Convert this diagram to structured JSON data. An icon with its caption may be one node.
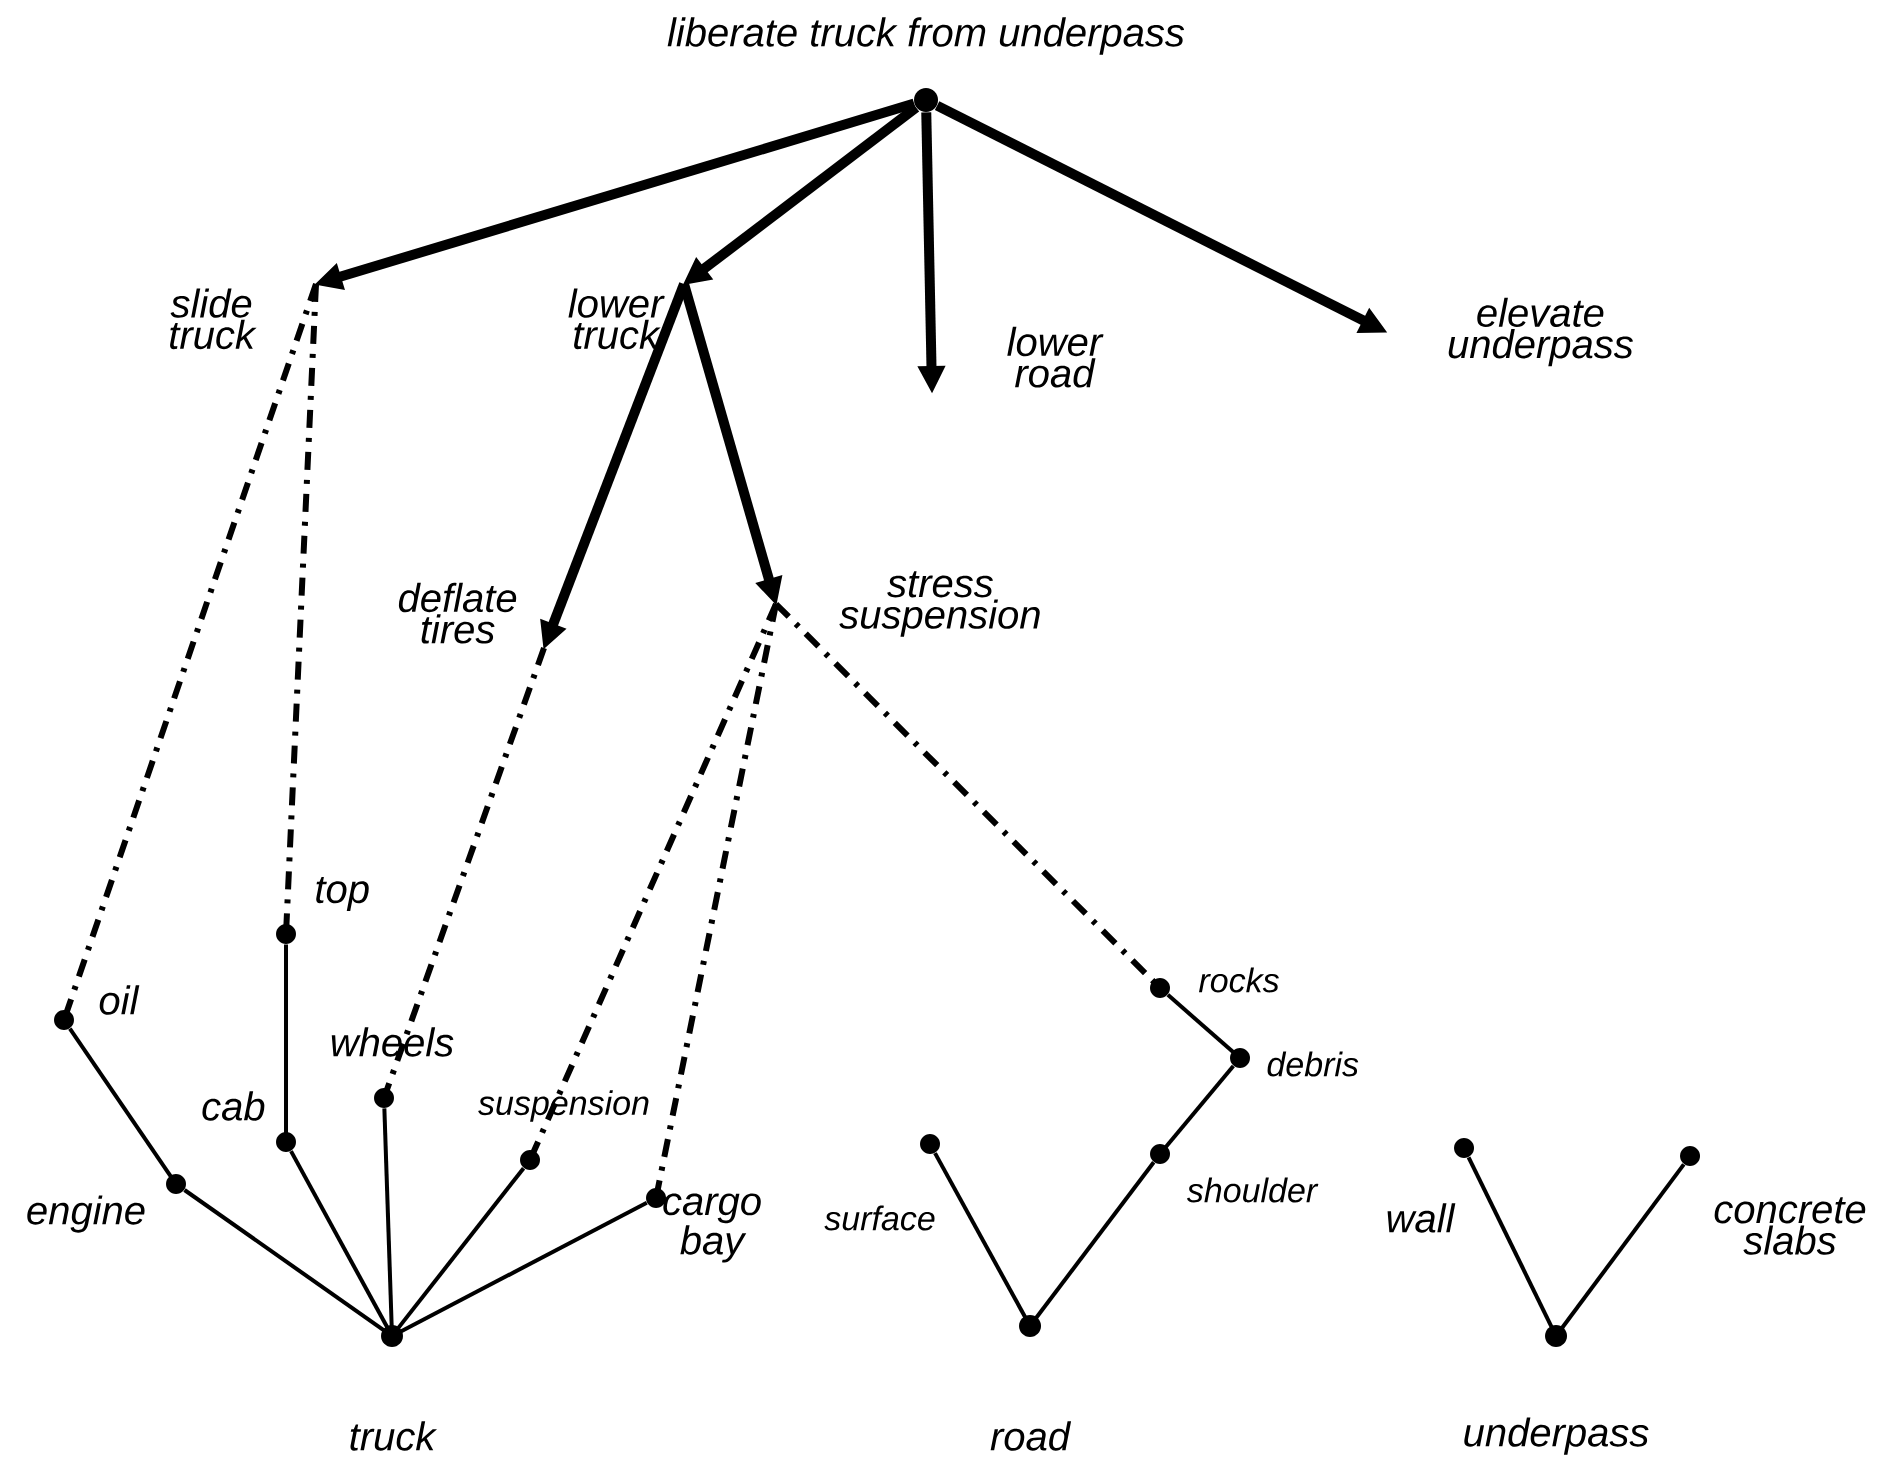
{
  "diagram": {
    "nodes": [
      {
        "text": [],
        "shape": "circle",
        "beside": [
          "liberate truck from underpass"
        ]
      },
      {
        "text": [
          "slide truck"
        ]
      },
      {
        "text": [
          "lower truck"
        ]
      },
      {
        "text": [
          "lower road"
        ]
      },
      {
        "text": [
          "elevate underpass"
        ]
      },
      {
        "text": [
          "deflate tires"
        ]
      },
      {
        "text": [
          "stress suspension"
        ]
      },
      {
        "text": [],
        "shape": "circle",
        "beside": [
          "oil"
        ]
      },
      {
        "text": [],
        "shape": "circle",
        "beside": [
          "top"
        ]
      },
      {
        "text": [],
        "shape": "circle",
        "beside": [
          "cab"
        ]
      },
      {
        "text": [],
        "shape": "circle",
        "beside": [
          "wheels"
        ]
      },
      {
        "text": [],
        "shape": "circle",
        "beside": [
          "engine"
        ]
      },
      {
        "text": [],
        "shape": "circle",
        "beside": [
          "suspension"
        ]
      },
      {
        "text": [],
        "shape": "circle",
        "beside": [
          "cargo bay"
        ]
      },
      {
        "text": [],
        "shape": "circle",
        "beside": [
          "truck"
        ]
      },
      {
        "text": [],
        "shape": "circle",
        "beside": [
          "rocks"
        ]
      },
      {
        "text": [],
        "shape": "circle",
        "beside": [
          "debris"
        ]
      },
      {
        "text": [],
        "shape": "circle",
        "beside": [
          "shoulder"
        ]
      },
      {
        "text": [],
        "shape": "circle",
        "beside": [
          "surface"
        ]
      },
      {
        "text": [],
        "shape": "circle",
        "beside": [
          "road"
        ]
      },
      {
        "text": [],
        "shape": "circle",
        "beside": [
          "wall"
        ]
      },
      {
        "text": [],
        "shape": "circle",
        "beside": [
          "concrete slabs"
        ]
      },
      {
        "text": [],
        "shape": "circle",
        "beside": [
          "underpass"
        ]
      }
    ],
    "edges": [
      {
        "from": 0,
        "to": 1,
        "arrow": "to",
        "style": "thick"
      },
      {
        "from": 0,
        "to": 2,
        "arrow": "to",
        "style": "thick"
      },
      {
        "from": 0,
        "to": 3,
        "arrow": "to",
        "style": "thick"
      },
      {
        "from": 0,
        "to": 4,
        "arrow": "to",
        "style": "thick"
      },
      {
        "from": 2,
        "to": 5,
        "arrow": "to",
        "style": "thick"
      },
      {
        "from": 2,
        "to": 6,
        "arrow": "to",
        "style": "thick"
      },
      {
        "from": 1,
        "to": 7,
        "arrow": "none",
        "style": "dashed"
      },
      {
        "from": 1,
        "to": 8,
        "arrow": "none",
        "style": "dashed"
      },
      {
        "from": 5,
        "to": 10,
        "arrow": "none",
        "style": "dashed"
      },
      {
        "from": 6,
        "to": 12,
        "arrow": "none",
        "style": "dashed"
      },
      {
        "from": 6,
        "to": 13,
        "arrow": "none",
        "style": "dashed"
      },
      {
        "from": 6,
        "to": 15,
        "arrow": "none",
        "style": "dashed"
      },
      {
        "from": 8,
        "to": 9,
        "arrow": "none"
      },
      {
        "from": 9,
        "to": 14,
        "arrow": "none"
      },
      {
        "from": 10,
        "to": 14,
        "arrow": "none"
      },
      {
        "from": 7,
        "to": 11,
        "arrow": "none"
      },
      {
        "from": 11,
        "to": 14,
        "arrow": "none"
      },
      {
        "from": 12,
        "to": 14,
        "arrow": "none"
      },
      {
        "from": 13,
        "to": 14,
        "arrow": "none"
      },
      {
        "from": 15,
        "to": 16,
        "arrow": "none"
      },
      {
        "from": 16,
        "to": 17,
        "arrow": "none"
      },
      {
        "from": 17,
        "to": 19,
        "arrow": "none"
      },
      {
        "from": 18,
        "to": 19,
        "arrow": "none"
      },
      {
        "from": 20,
        "to": 22,
        "arrow": "none"
      },
      {
        "from": 21,
        "to": 22,
        "arrow": "none"
      }
    ]
  }
}
